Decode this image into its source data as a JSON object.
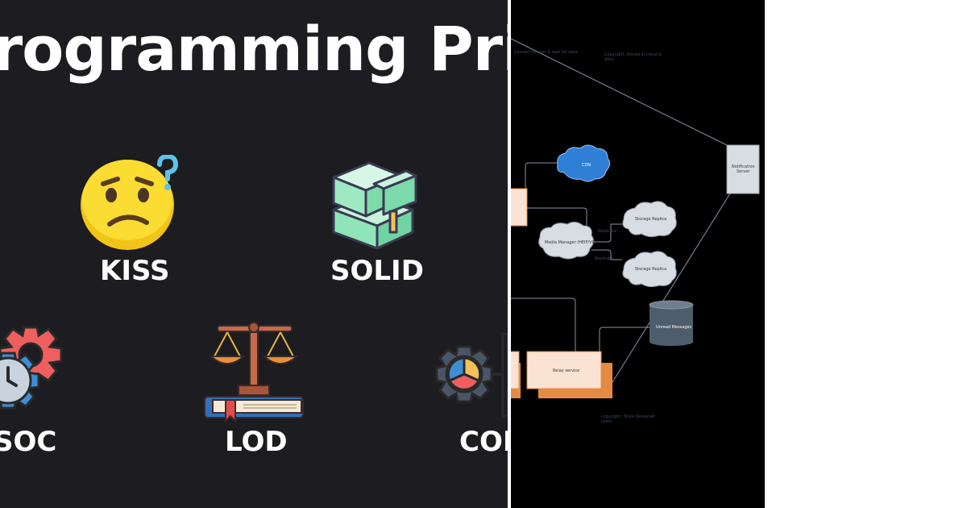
{
  "title": "Programming Principles",
  "principles": [
    {
      "label": "KISS",
      "icon": "confused-face-icon"
    },
    {
      "label": "SOLID",
      "icon": "stacked-blocks-icon"
    },
    {
      "label": "SOC",
      "icon": "gear-clock-icon"
    },
    {
      "label": "LOD",
      "icon": "scales-book-icon"
    },
    {
      "label": "COI",
      "icon": "gear-pie-icon"
    }
  ],
  "diagram": {
    "nodes": {
      "cdn": "CDN",
      "notification_server": [
        "Notification",
        "Server"
      ],
      "media_manager": "Media Manager (HEIF/VID)",
      "storage_replica_1": "Storage Replica",
      "storage_replica_2": "Storage Replica",
      "unread_messages": "Unread Messages",
      "relay_service": "Relay service"
    },
    "edge_labels": {
      "top_left": "Connect to user & wait for data",
      "top_copyright": [
        "Copyright: Stored in cloud &",
        "data"
      ],
      "replica_1": "Replicate",
      "replica_2": "Replicate",
      "bottom_copyright": [
        "Copyright: Store Delivered",
        "users"
      ]
    }
  },
  "colors": {
    "left_bg": "#1c1c21",
    "diagram_bg": "#000000",
    "cloud_blue": "#2f7fd6",
    "cloud_grey": "#d8dde3",
    "peach": "#fbe3d4",
    "orange": "#e58a43",
    "cylinder": "#4e5d6c"
  }
}
